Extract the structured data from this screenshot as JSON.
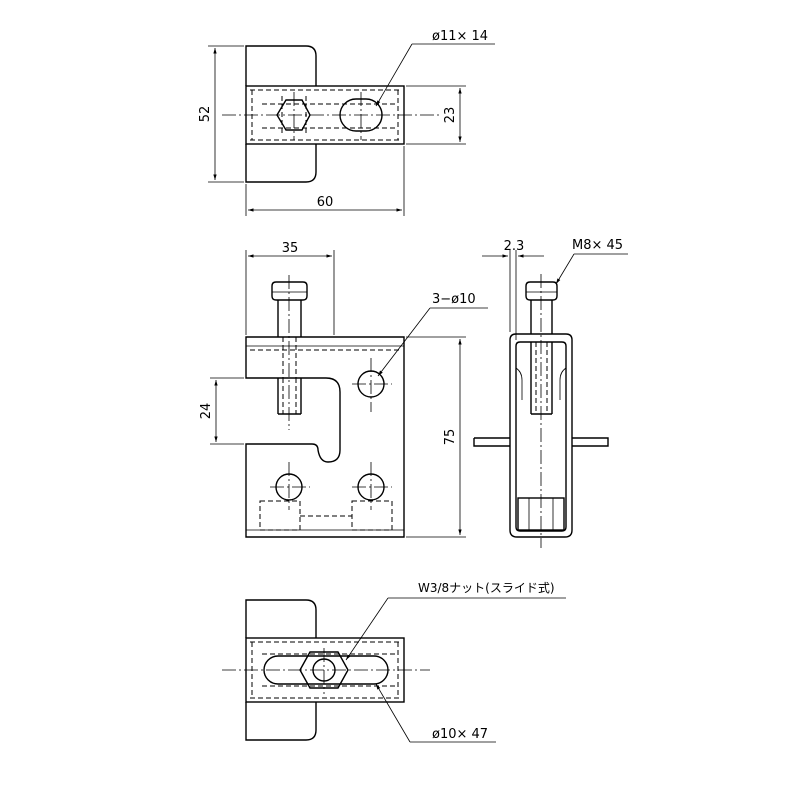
{
  "dimensions": {
    "top_height": "52",
    "top_width": "60",
    "top_slot_height": "23",
    "top_slot": "ø11× 14",
    "front_width": "35",
    "front_holes": "3−ø10",
    "front_gap": "24",
    "front_height": "75",
    "side_thickness": "2.3",
    "side_bolt": "M8× 45",
    "bottom_nut": "W3/8ナット(スライド式)",
    "bottom_slot": "ø10× 47"
  }
}
